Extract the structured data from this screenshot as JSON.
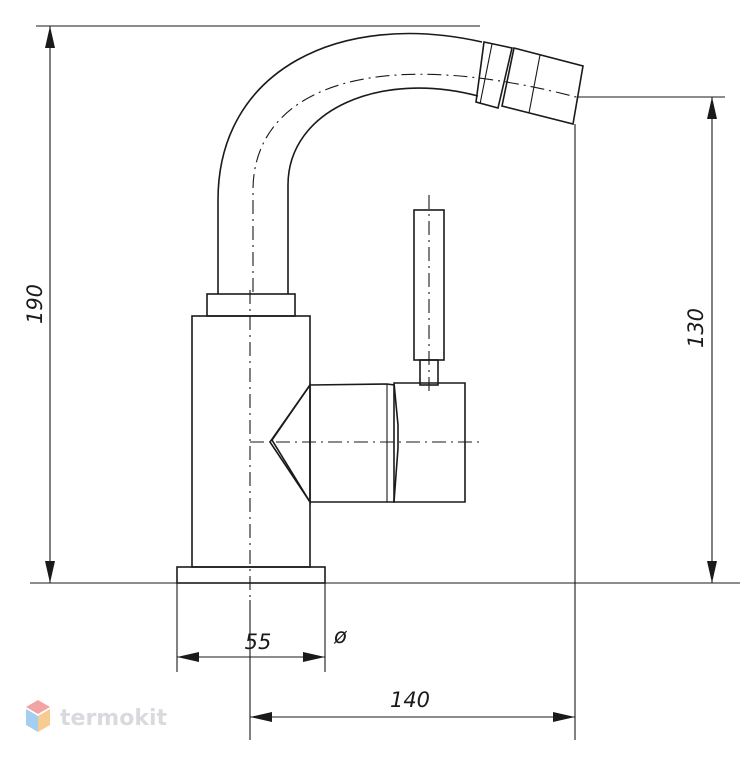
{
  "dimensions": {
    "height_total": "190",
    "spout_height": "130",
    "base_diameter": "55",
    "diameter_symbol": "ø",
    "reach": "140"
  },
  "watermark": {
    "text": "termokit",
    "colors": [
      "#e8595a",
      "#5aa9e6",
      "#f2a23a"
    ]
  }
}
